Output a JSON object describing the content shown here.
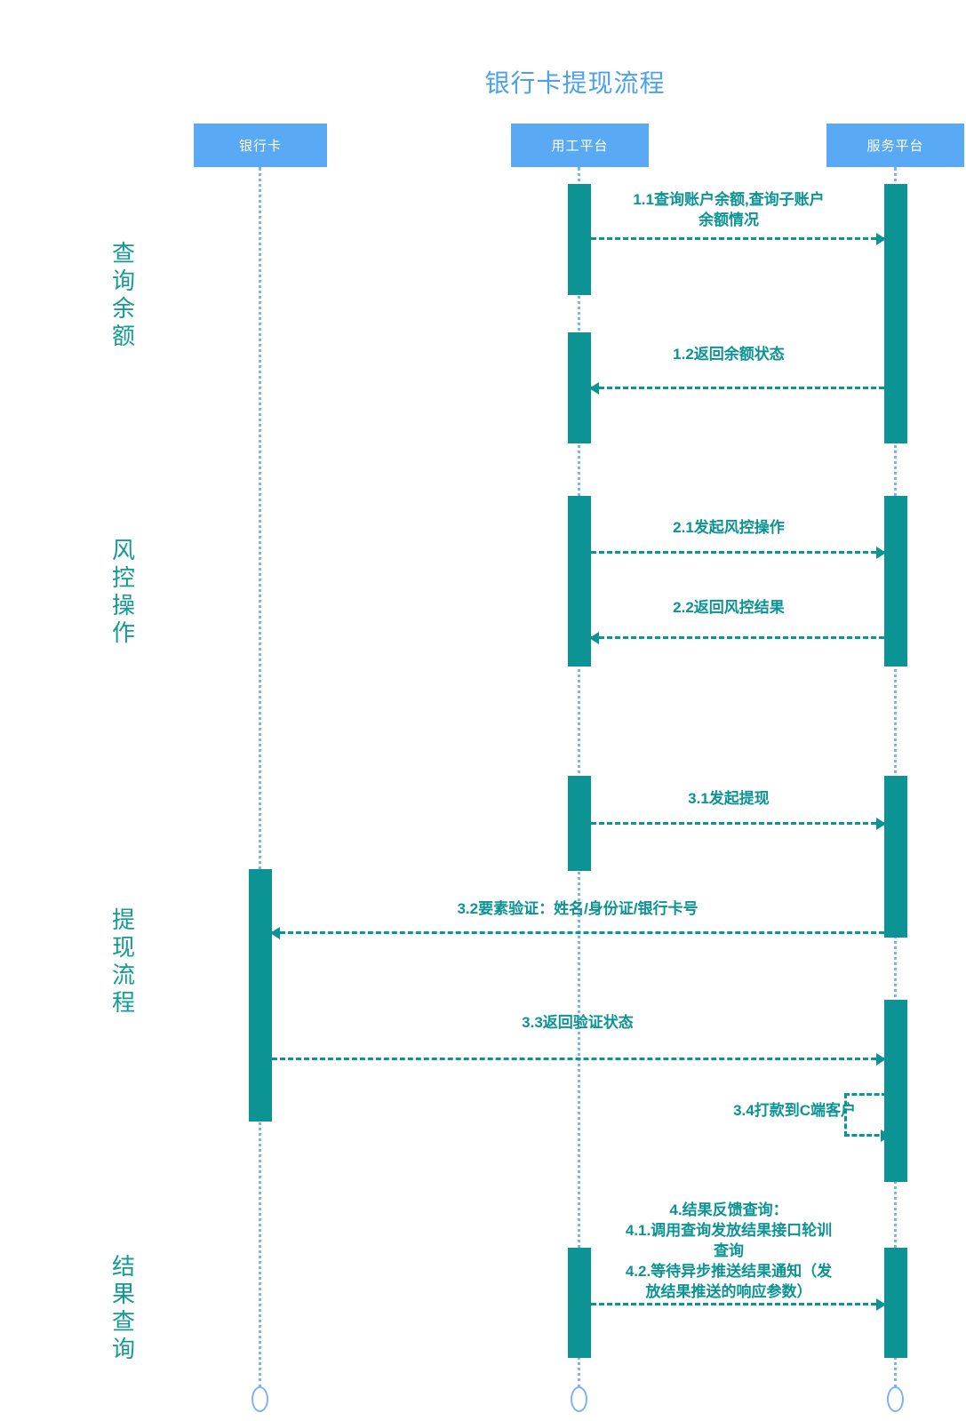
{
  "title": "银行卡提现流程",
  "actors": [
    {
      "label": "银行卡"
    },
    {
      "label": "用工平台"
    },
    {
      "label": "服务平台"
    }
  ],
  "phases": [
    {
      "label": "查询余额"
    },
    {
      "label": "风控操作"
    },
    {
      "label": "提现流程"
    },
    {
      "label": "结果查询"
    }
  ],
  "messages": [
    {
      "id": "1.1",
      "from": "用工平台",
      "to": "服务平台",
      "label": "1.1查询账户余额,查询子账户\n余额情况"
    },
    {
      "id": "1.2",
      "from": "服务平台",
      "to": "用工平台",
      "label": "1.2返回余额状态"
    },
    {
      "id": "2.1",
      "from": "用工平台",
      "to": "服务平台",
      "label": "2.1发起风控操作"
    },
    {
      "id": "2.2",
      "from": "服务平台",
      "to": "用工平台",
      "label": "2.2返回风控结果"
    },
    {
      "id": "3.1",
      "from": "用工平台",
      "to": "服务平台",
      "label": "3.1发起提现"
    },
    {
      "id": "3.2",
      "from": "服务平台",
      "to": "银行卡",
      "label": "3.2要素验证：姓名/身份证/银行卡号"
    },
    {
      "id": "3.3",
      "from": "银行卡",
      "to": "服务平台",
      "label": "3.3返回验证状态"
    },
    {
      "id": "3.4",
      "from": "服务平台",
      "to": "服务平台",
      "label": "3.4打款到C端客户"
    },
    {
      "id": "4",
      "from": "用工平台",
      "to": "服务平台",
      "label": "4.结果反馈查询：\n4.1.调用查询发放结果接口轮训\n查询\n4.2.等待异步推送结果通知（发\n放结果推送的响应参数）"
    }
  ],
  "colors": {
    "accent_teal": "#0c9494",
    "header_blue": "#5aa9f5",
    "title_blue": "#4ba0f0",
    "lifeline_blue": "#7fb2f3",
    "phase_teal": "#149b93"
  }
}
